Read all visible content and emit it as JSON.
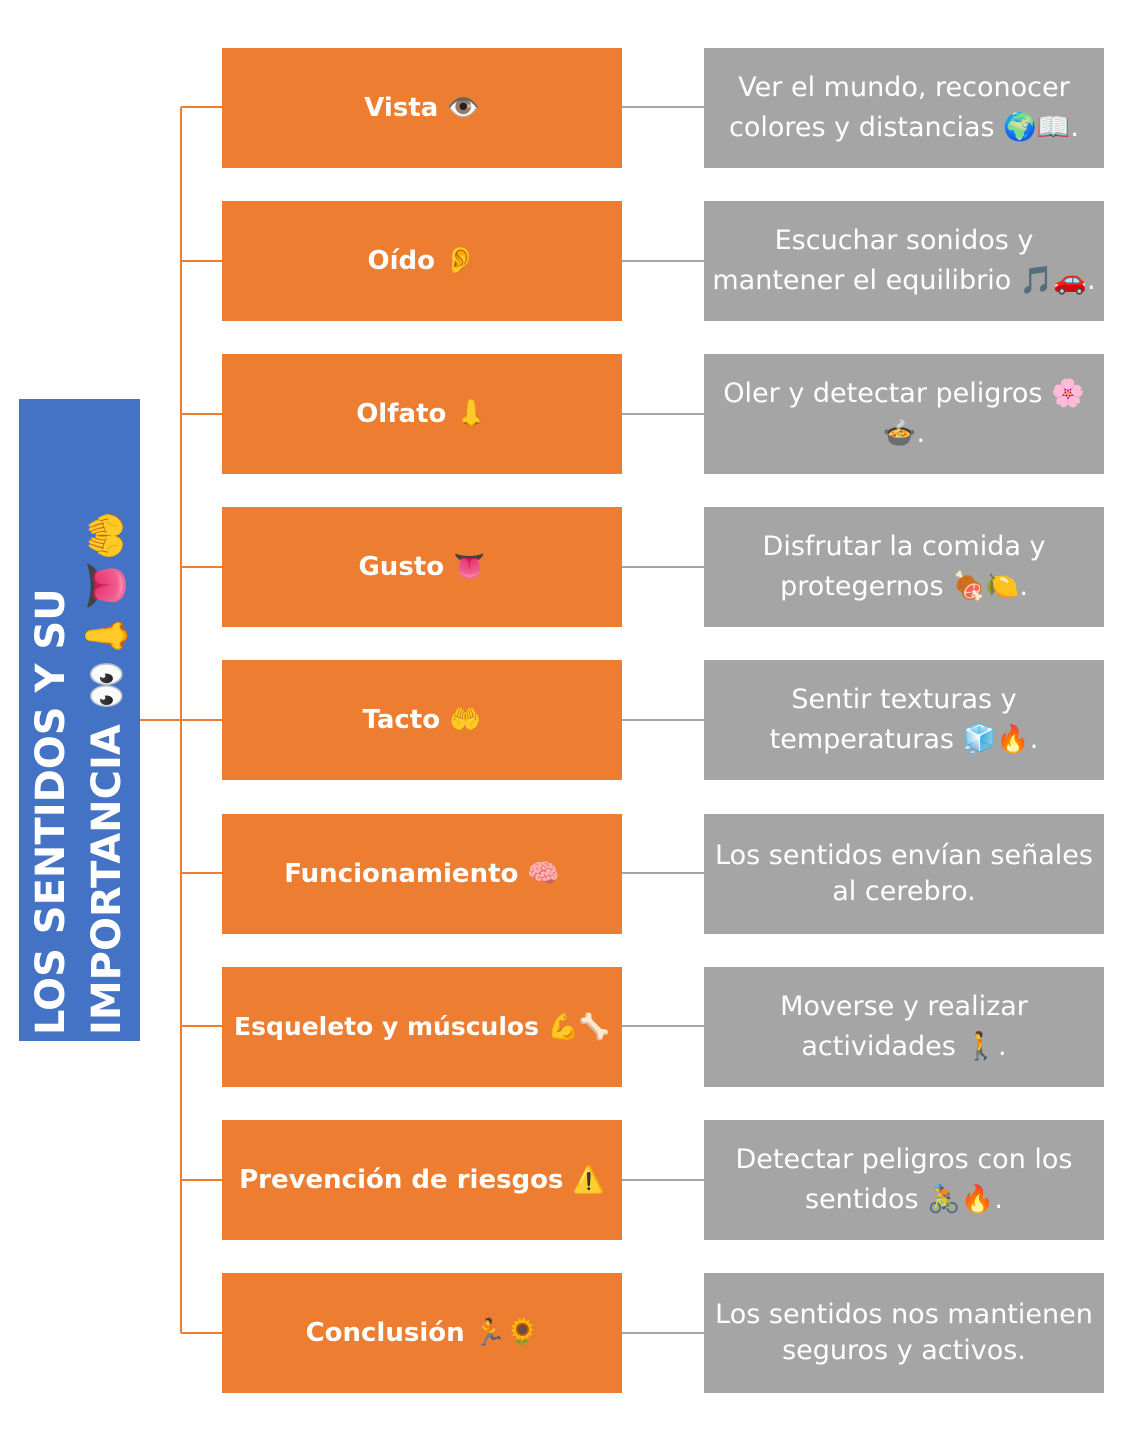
{
  "root": {
    "title": "LOS SENTIDOS Y SU IMPORTANCIA 👀👃👅🤲"
  },
  "topics": [
    {
      "label": "Vista 👁️",
      "detail": "Ver el mundo, reconocer colores y distancias 🌍📖."
    },
    {
      "label": "Oído 👂",
      "detail": "Escuchar sonidos y mantener el equilibrio 🎵🚗."
    },
    {
      "label": "Olfato 👃",
      "detail": "Oler y detectar peligros 🌸🍲."
    },
    {
      "label": "Gusto 👅",
      "detail": "Disfrutar la comida y protegernos 🍖🍋."
    },
    {
      "label": "Tacto 🤲",
      "detail": "Sentir texturas y temperaturas 🧊🔥."
    },
    {
      "label": "Funcionamiento 🧠",
      "detail": "Los sentidos envían señales al cerebro."
    },
    {
      "label": "Esqueleto y músculos 💪🦴",
      "detail": "Moverse y realizar actividades 🚶."
    },
    {
      "label": "Prevención de riesgos ⚠️",
      "detail": "Detectar peligros con los sentidos 🚴🔥."
    },
    {
      "label": "Conclusión 🏃🌻",
      "detail": "Los sentidos nos mantienen seguros y activos."
    }
  ],
  "colors": {
    "root": "#4472C4",
    "topic": "#ED7D31",
    "detail": "#A5A5A5",
    "topic_connector": "#ED7D31",
    "detail_connector": "#A5A5A5"
  }
}
